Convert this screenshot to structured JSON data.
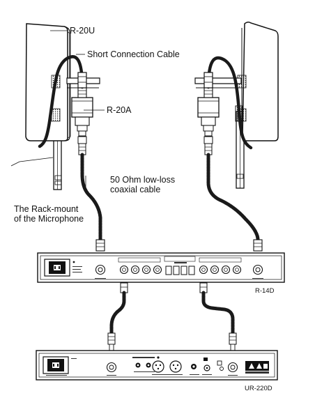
{
  "diagram": {
    "labels": {
      "antenna_model": "R-20U",
      "short_cable": "Short Connection Cable",
      "amplifier_model": "R-20A",
      "coax_line1": "50 Ohm low-loss",
      "coax_line2": "coaxial cable",
      "rack_line1": "The Rack-mount",
      "rack_line2": "of the Microphone",
      "splitter_model": "R-14D",
      "receiver_model": "UR-220D"
    },
    "colors": {
      "ink": "#111111",
      "panel_fill": "#f4f4f4",
      "cable": "#1a1a1a"
    }
  }
}
